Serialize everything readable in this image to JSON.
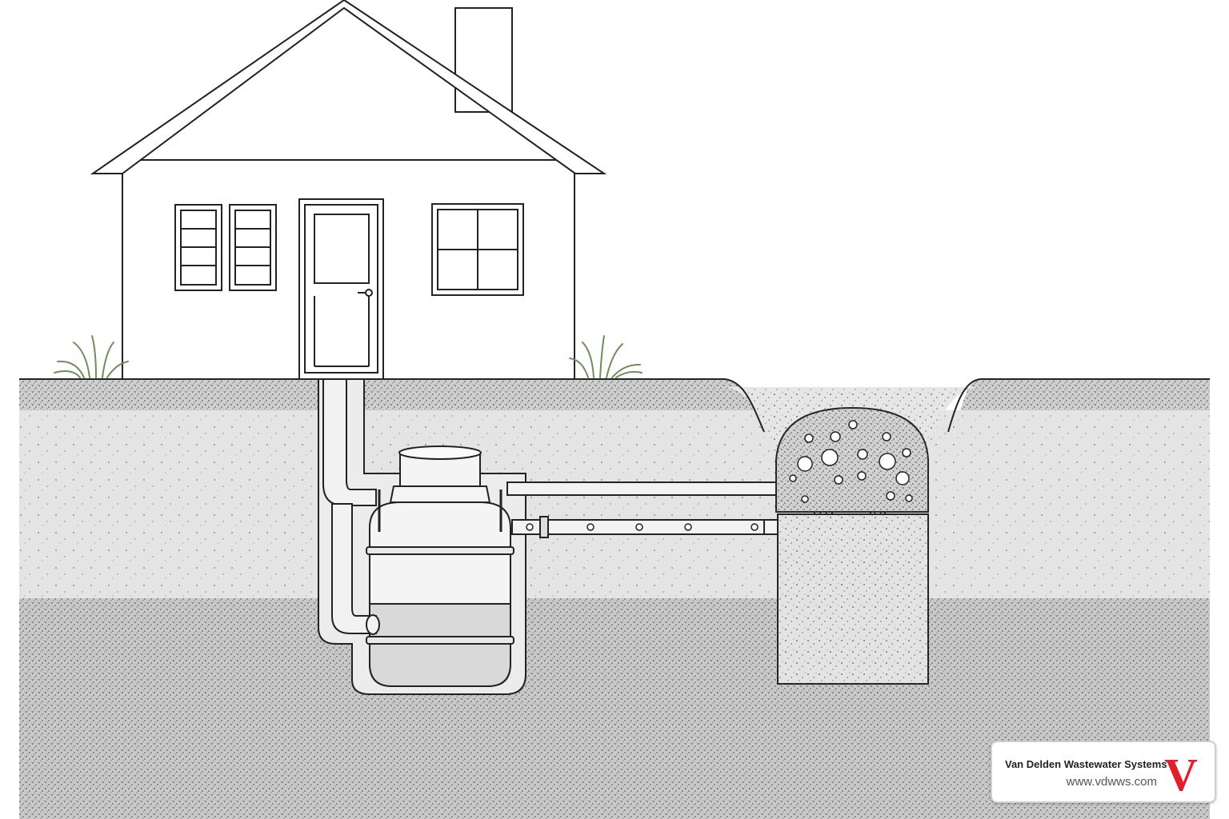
{
  "badge": {
    "company_name": "Van Delden Wastewater Systems",
    "website": "www.vdwws.com",
    "logo_letter": "V",
    "logo_color": "#e0202a"
  },
  "colors": {
    "line": "#222222",
    "topsoil": "#cfcfcf",
    "subsoil": "#e4e4e4",
    "deep_soil": "#c9c9c9",
    "gravel": "#e9e9e9",
    "tank_body": "#f4f4f4",
    "tank_liquid": "#d9d9d9",
    "grass": "#6f8f5a"
  },
  "icons": {
    "logo": "red-v-logo-icon",
    "grass": "grass-tuft-icon"
  }
}
